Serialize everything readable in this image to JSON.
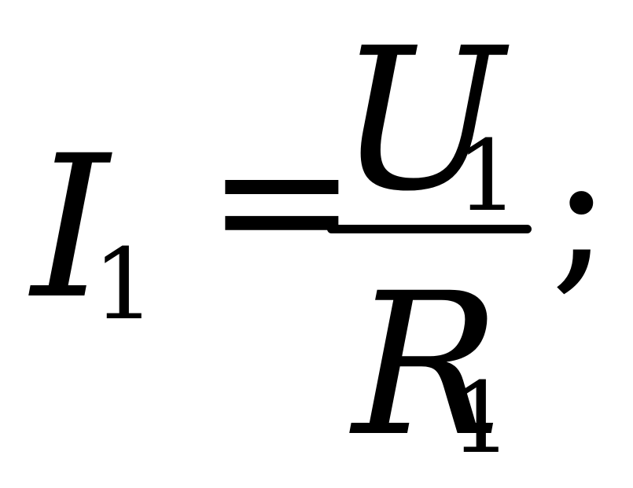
{
  "formula": {
    "lhs_symbol": "I",
    "lhs_subscript": "1",
    "equals": "=",
    "numerator_symbol": "U",
    "numerator_subscript": "1",
    "denominator_symbol": "R",
    "denominator_subscript": "1",
    "terminator": ";"
  },
  "colors": {
    "ink": "#000000",
    "background": "#ffffff"
  }
}
